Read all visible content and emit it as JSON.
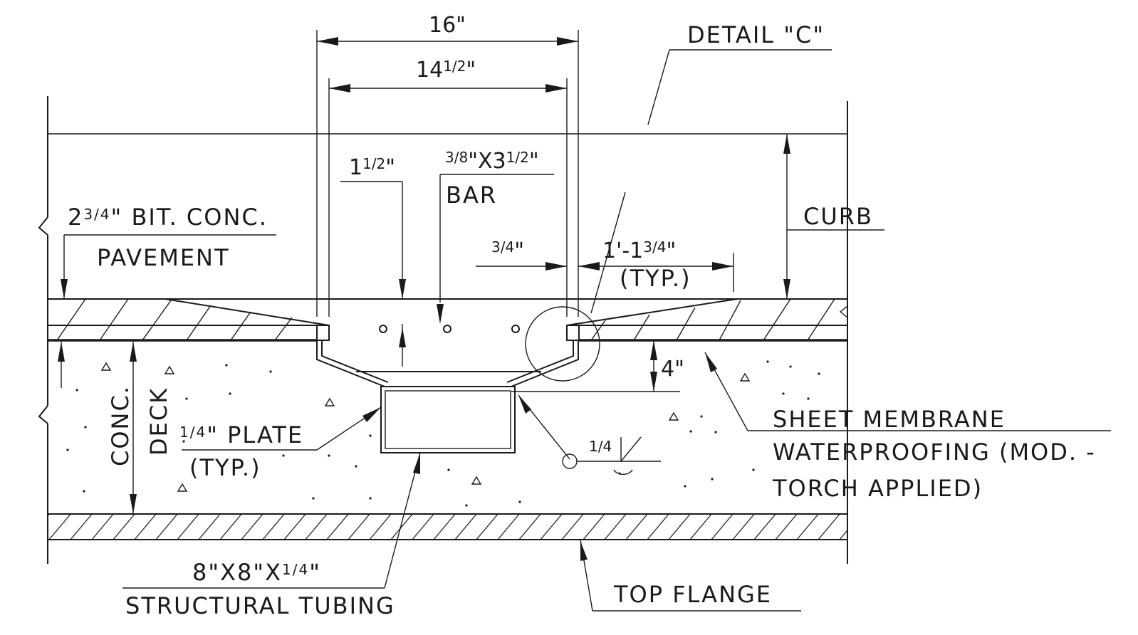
{
  "detail_title": "DETAIL \"C\"",
  "dimensions": {
    "overall_width": "16\"",
    "inner_width_whole": "14",
    "inner_width_frac": "1/2",
    "inner_width_unit": "\"",
    "left_offset_whole": "1",
    "left_offset_frac": "1/2",
    "left_offset_unit": "\"",
    "right_offset_frac": "3/4",
    "right_offset_unit": "\"",
    "slope_length_prefix": "1'-1",
    "slope_length_frac": "3/4",
    "slope_length_unit": "\"",
    "slope_length_note": "(TYP.)",
    "depth": "4\"",
    "weld_size": "1/4"
  },
  "labels": {
    "bar_size_frac1": "3/8",
    "bar_size_mid": "\"X3",
    "bar_size_frac2": "1/2",
    "bar_size_unit": "\"",
    "bar": "BAR",
    "pavement_frac": "3/4",
    "pavement_line1_prefix": "2",
    "pavement_line1_suffix": "\" BIT. CONC.",
    "pavement_line2": "PAVEMENT",
    "curb": "CURB",
    "deck_line1": "CONC.",
    "deck_line2": "DECK",
    "plate_frac": "1/4",
    "plate_line1": "\" PLATE",
    "plate_line2": "(TYP.)",
    "membrane_line1": "SHEET MEMBRANE",
    "membrane_line2": "WATERPROOFING (MOD. -",
    "membrane_line3": "TORCH APPLIED)",
    "tubing_prefix": "8\"X8\"X",
    "tubing_frac": "1/4",
    "tubing_unit": "\"",
    "tubing_line2": "STRUCTURAL TUBING",
    "top_flange": "TOP FLANGE"
  }
}
